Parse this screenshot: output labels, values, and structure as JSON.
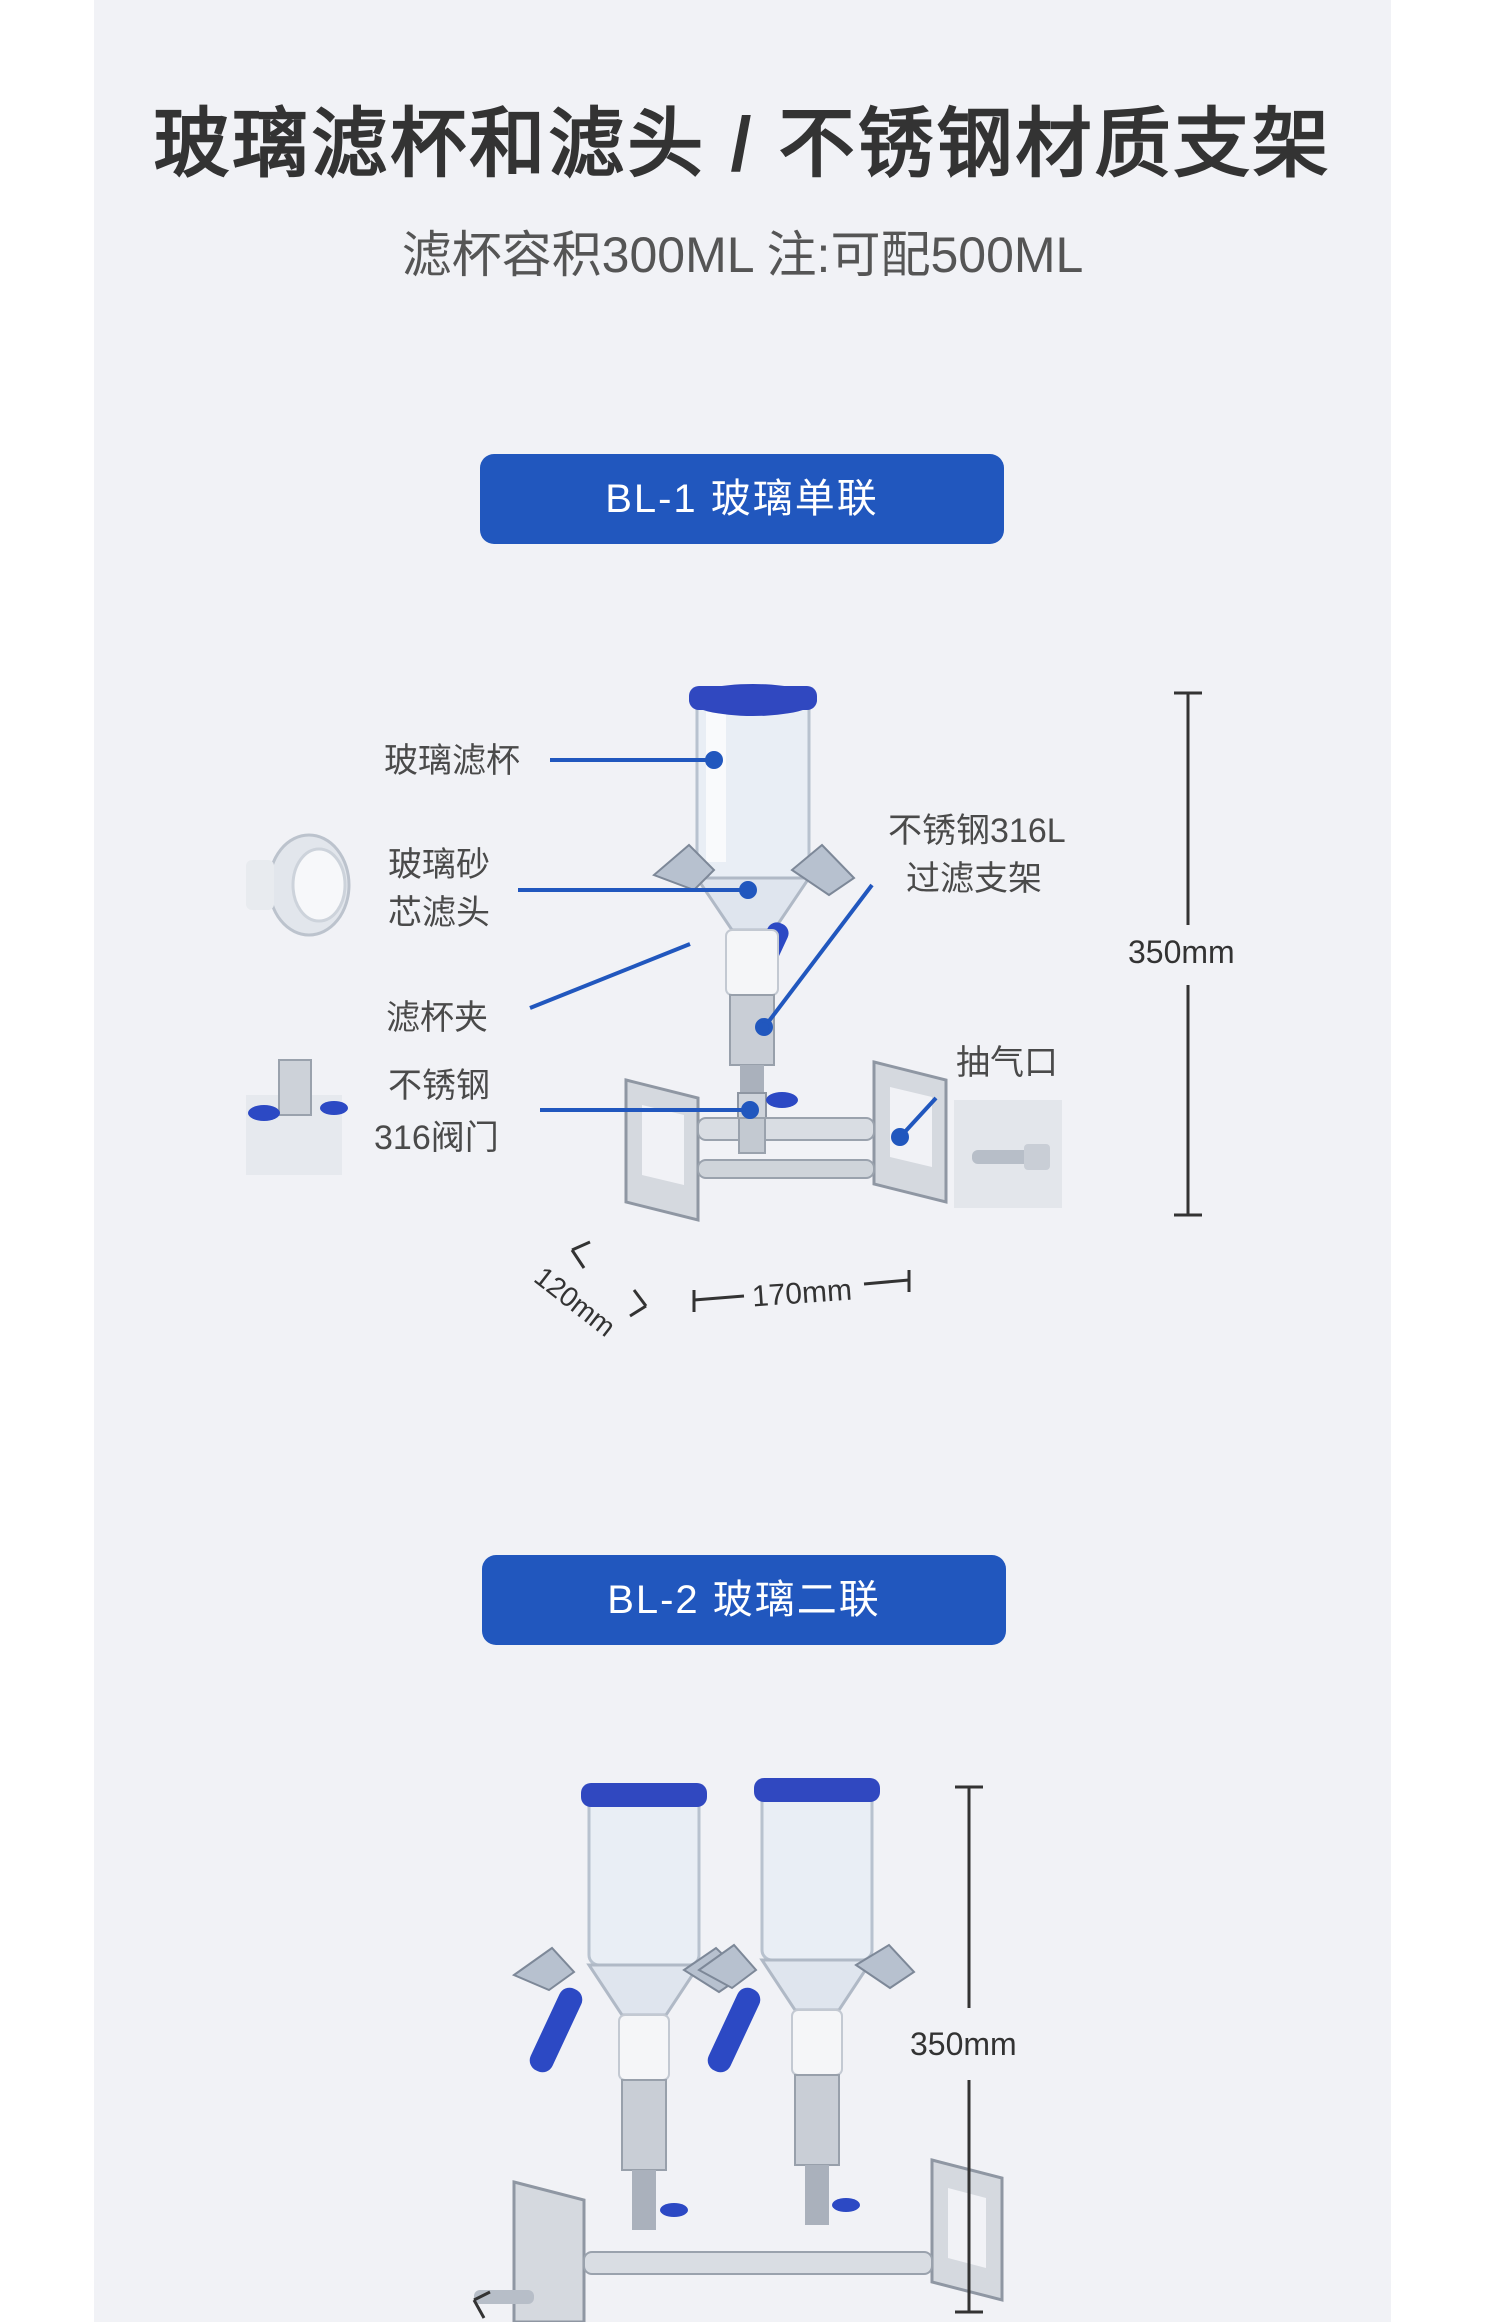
{
  "header": {
    "title": "玻璃滤杯和滤头 / 不锈钢材质支架",
    "subtitle": "滤杯容积300ML 注:可配500ML"
  },
  "section1": {
    "badge": "BL-1 玻璃单联",
    "labels": {
      "cup": "玻璃滤杯",
      "filter_head_line1": "玻璃砂",
      "filter_head_line2": "芯滤头",
      "clamp": "滤杯夹",
      "valve_line1": "不锈钢",
      "valve_line2": "316阀门",
      "support_line1": "不锈钢316L",
      "support_line2": "过滤支架",
      "vacuum_port": "抽气口"
    },
    "dimensions": {
      "height": "350mm",
      "width": "170mm",
      "depth": "120mm"
    }
  },
  "section2": {
    "badge": "BL-2 玻璃二联",
    "dimensions": {
      "height": "350mm"
    }
  },
  "colors": {
    "accent_blue": "#2157be",
    "lid_blue": "#3048c0",
    "panel_bg": "#f1f2f6",
    "title_text": "#333333"
  }
}
